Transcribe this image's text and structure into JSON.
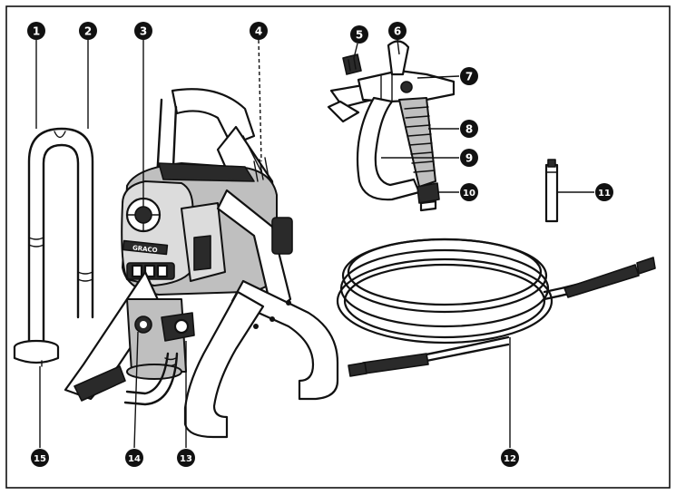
{
  "figure": {
    "frame_color": "#111111",
    "marker_fill": "#111111",
    "marker_text_color": "#ffffff",
    "callouts": [
      {
        "id": "1",
        "label": "1",
        "part": "suction-tube"
      },
      {
        "id": "2",
        "label": "2",
        "part": "return-tube"
      },
      {
        "id": "3",
        "label": "3",
        "part": "pressure-control-knob"
      },
      {
        "id": "4",
        "label": "4",
        "part": "motor-housing-vent"
      },
      {
        "id": "5",
        "label": "5",
        "part": "spray-tip"
      },
      {
        "id": "6",
        "label": "6",
        "part": "trigger-lock"
      },
      {
        "id": "7",
        "label": "7",
        "part": "gun-body"
      },
      {
        "id": "8",
        "label": "8",
        "part": "gun-handle"
      },
      {
        "id": "9",
        "label": "9",
        "part": "trigger-guard"
      },
      {
        "id": "10",
        "label": "10",
        "part": "hose-fitting"
      },
      {
        "id": "11",
        "label": "11",
        "part": "extension"
      },
      {
        "id": "12",
        "label": "12",
        "part": "airless-hose"
      },
      {
        "id": "13",
        "label": "13",
        "part": "prime-valve"
      },
      {
        "id": "14",
        "label": "14",
        "part": "outlet-fitting"
      },
      {
        "id": "15",
        "label": "15",
        "part": "inlet-filter"
      }
    ]
  },
  "brand_mark": "GRACO"
}
